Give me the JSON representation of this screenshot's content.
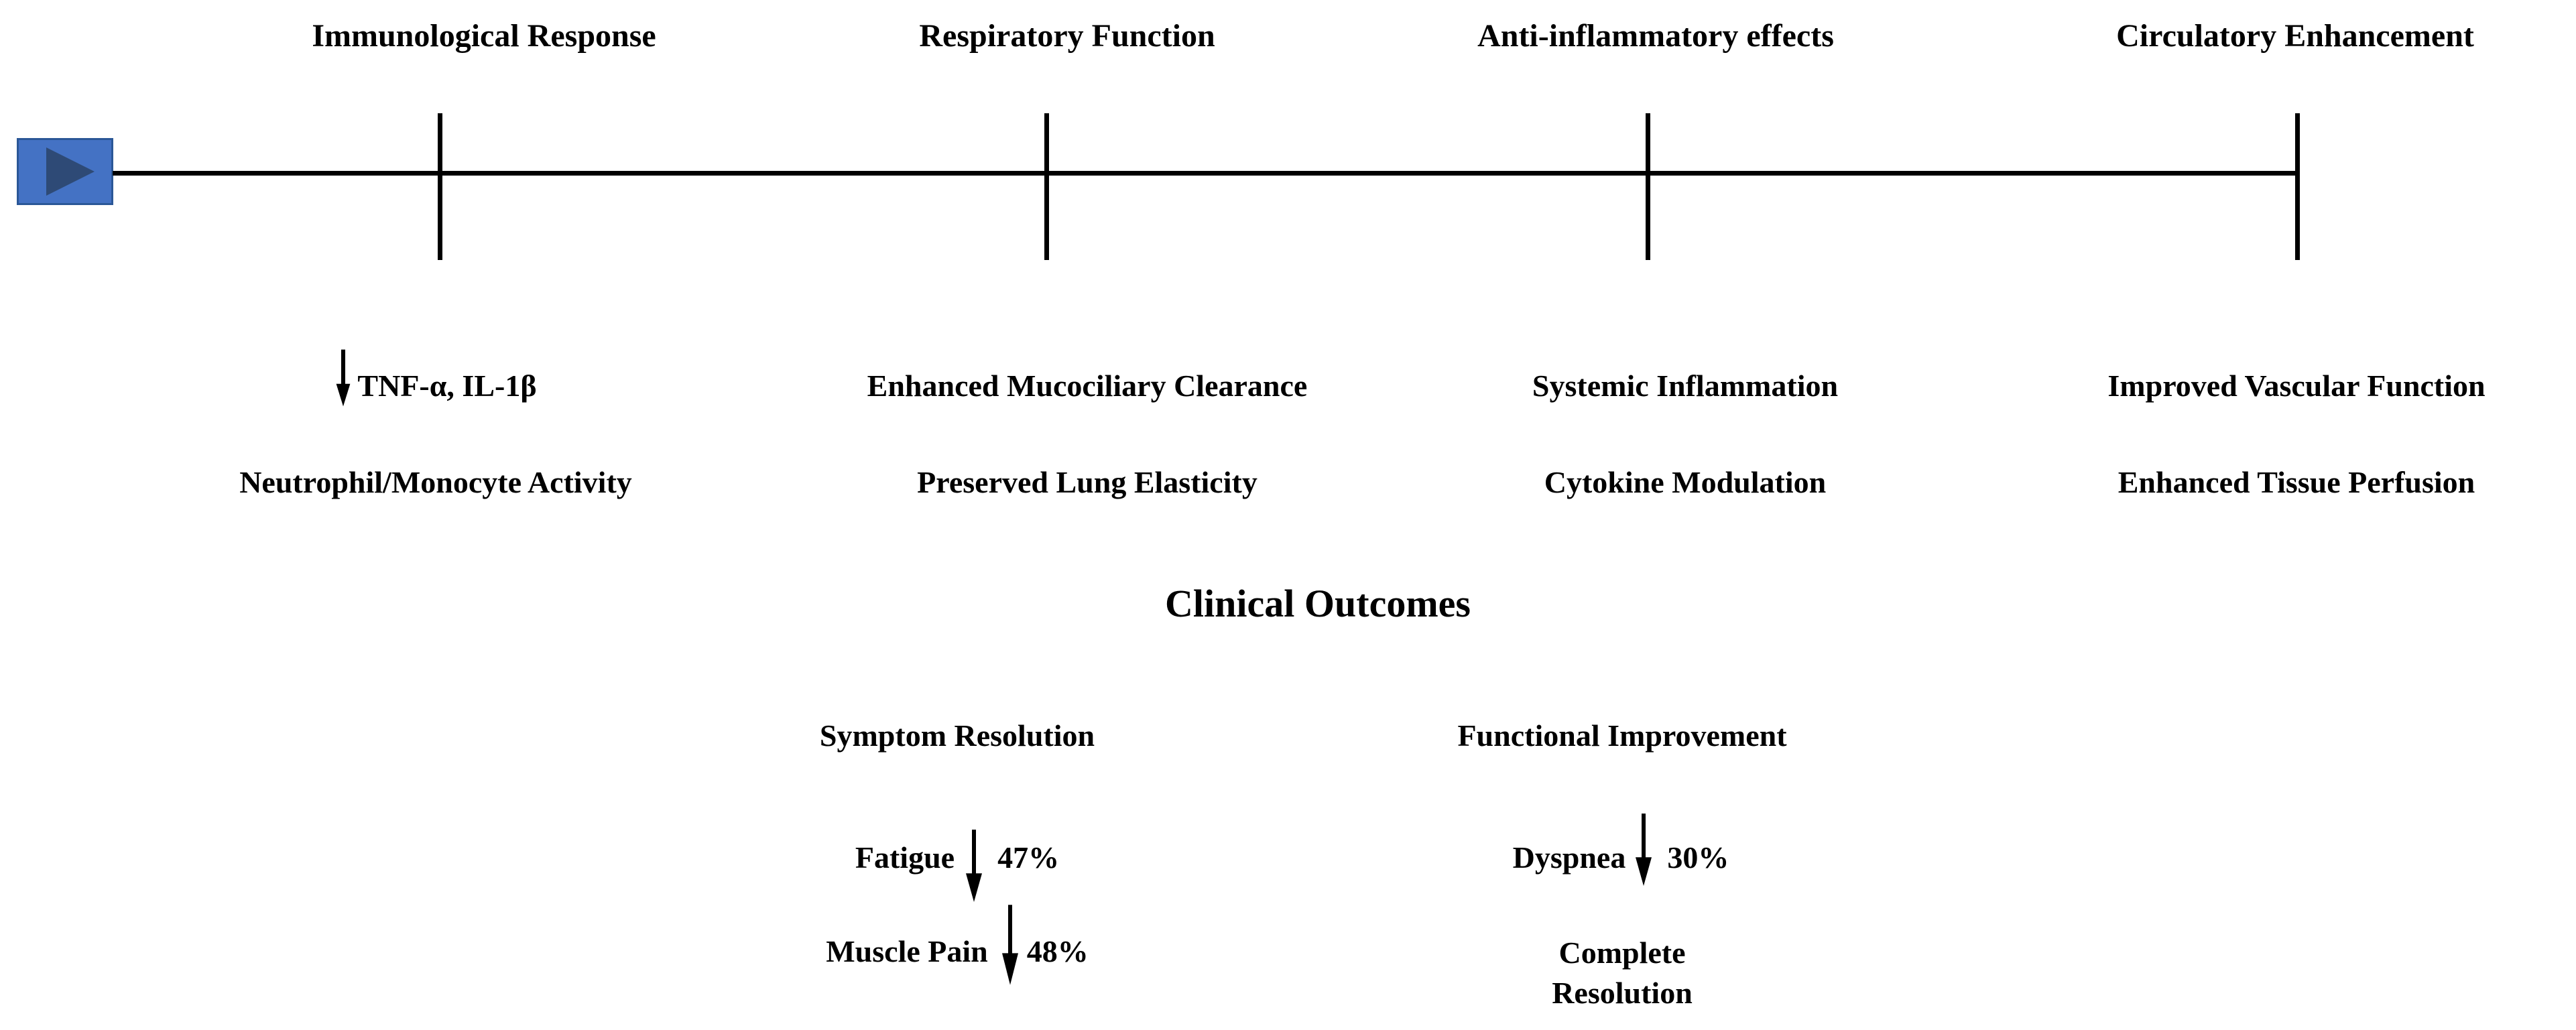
{
  "figure": {
    "background": "#FFFFFF",
    "text_color": "#000000",
    "timeline": {
      "line_color": "#000000",
      "start_marker": {
        "icon": "play-icon",
        "fill": "#4472C4",
        "border": "#2B5797",
        "glyph_color": "#2E4A76"
      },
      "milestones": [
        {
          "label": "Immunological Response",
          "effects": [
            {
              "icon": "down-arrow-icon",
              "text": "TNF-α, IL-1β"
            },
            {
              "text": "Neutrophil/Monocyte Activity"
            }
          ]
        },
        {
          "label": "Respiratory Function",
          "effects": [
            {
              "text": "Enhanced Mucociliary Clearance"
            },
            {
              "text": "Preserved Lung Elasticity"
            }
          ]
        },
        {
          "label": "Anti-inflammatory effects",
          "effects": [
            {
              "text": "Systemic Inflammation"
            },
            {
              "text": "Cytokine Modulation"
            }
          ]
        },
        {
          "label": "Circulatory Enhancement",
          "effects": [
            {
              "text": "Improved Vascular Function"
            },
            {
              "text": "Enhanced Tissue Perfusion"
            }
          ]
        }
      ]
    },
    "clinical_outcomes": {
      "title": "Clinical Outcomes",
      "columns": [
        {
          "header": "Symptom Resolution",
          "items": [
            {
              "label": "Fatigue",
              "change_icon": "down-arrow-icon",
              "value": "47%"
            },
            {
              "label": "Muscle Pain",
              "change_icon": "down-arrow-icon",
              "value": "48%"
            }
          ]
        },
        {
          "header": "Functional Improvement",
          "items": [
            {
              "label": "Dyspnea",
              "change_icon": "down-arrow-icon",
              "value": "30%"
            },
            {
              "label_line1": "Complete",
              "label_line2": "Resolution"
            }
          ]
        }
      ]
    }
  }
}
